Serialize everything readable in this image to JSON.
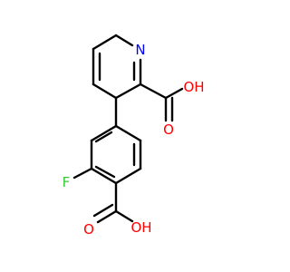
{
  "colors": {
    "bond": "#000000",
    "nitrogen": "#0000ff",
    "oxygen": "#ff0000",
    "fluorine": "#33cc33"
  },
  "atoms": {
    "nitrogen": "N",
    "oxygen_top_carbonyl": "O",
    "oxygen_top_hydroxyl": "OH",
    "fluorine": "F",
    "oxygen_bottom_carbonyl": "O",
    "oxygen_bottom_hydroxyl": "OH"
  }
}
